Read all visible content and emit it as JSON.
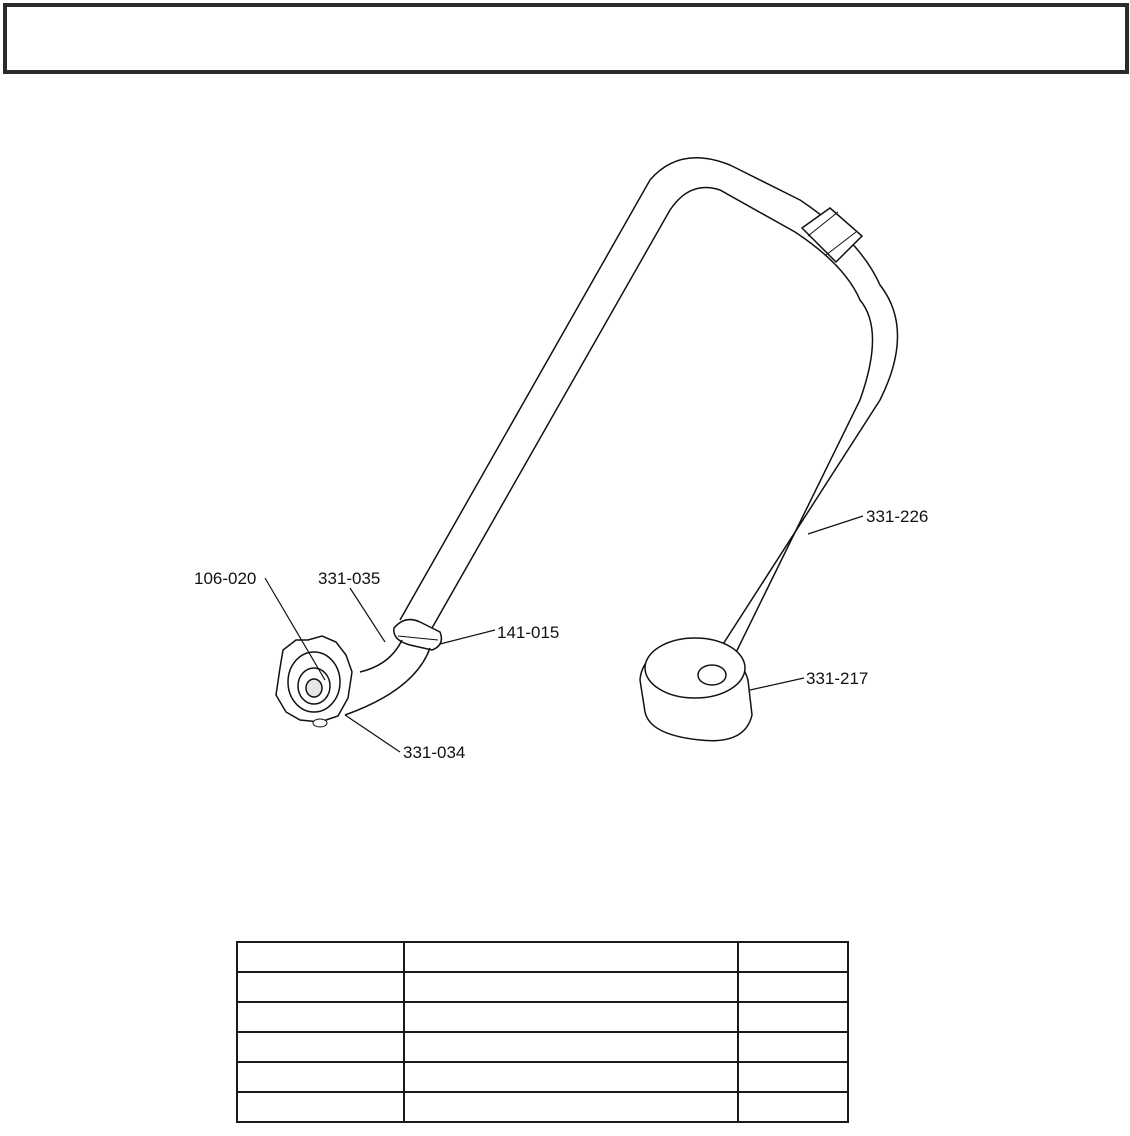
{
  "diagram": {
    "callouts": [
      {
        "id": "c-106-020",
        "label": "106-020"
      },
      {
        "id": "c-331-035",
        "label": "331-035"
      },
      {
        "id": "c-141-015",
        "label": "141-015"
      },
      {
        "id": "c-331-034",
        "label": "331-034"
      },
      {
        "id": "c-331-226",
        "label": "331-226"
      },
      {
        "id": "c-331-217",
        "label": "331-217"
      }
    ]
  },
  "parts_table": {
    "rows": [
      [
        "",
        "",
        ""
      ],
      [
        "",
        "",
        ""
      ],
      [
        "",
        "",
        ""
      ],
      [
        "",
        "",
        ""
      ],
      [
        "",
        "",
        ""
      ],
      [
        "",
        "",
        ""
      ]
    ]
  }
}
